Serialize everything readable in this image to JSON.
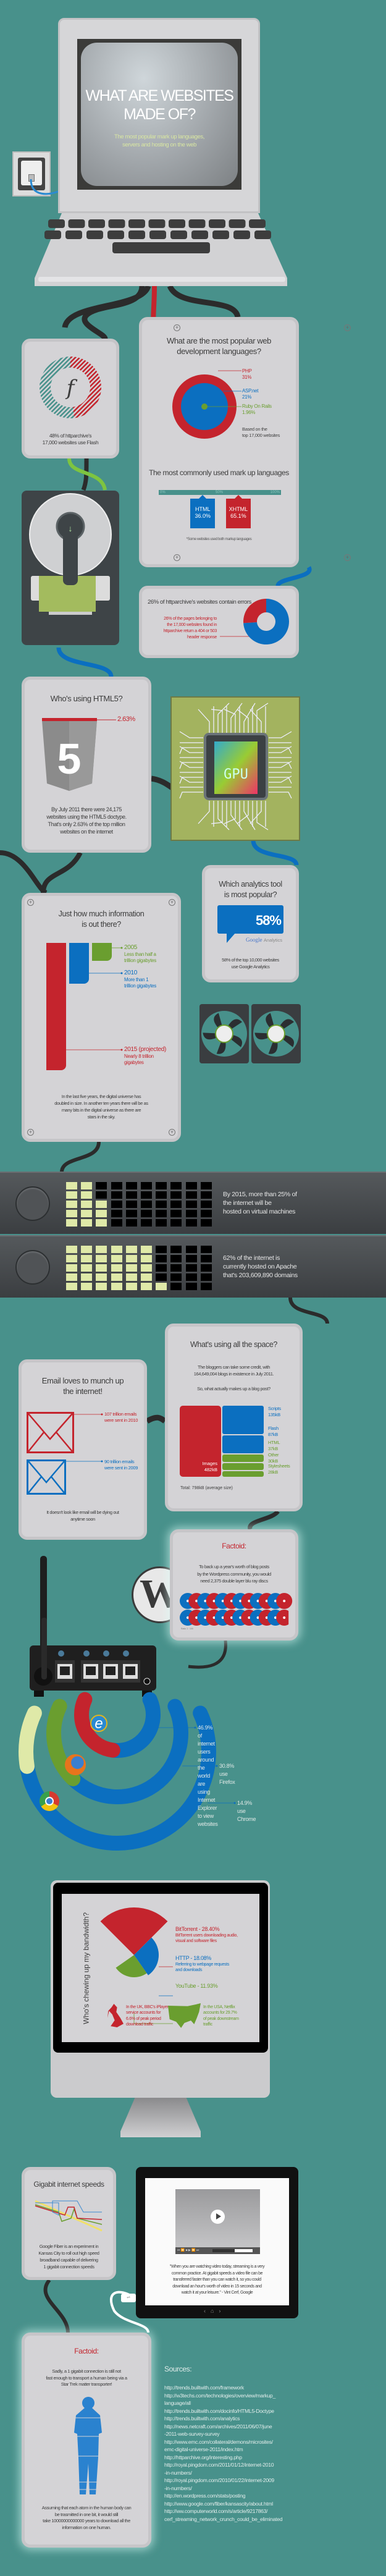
{
  "colors": {
    "background": "#48918b",
    "red": "#c4242d",
    "blue": "#0b6fc0",
    "green": "#6a9e2f",
    "yellow": "#dfe9a8",
    "card": "#d4d3d6"
  },
  "hero": {
    "title_line1": "WHAT ARE WEBSITES",
    "title_line2": "MADE OF?",
    "subtitle_line1": "The most popular mark up languages,",
    "subtitle_line2": "servers and hosting on the web"
  },
  "flash": {
    "percent": 48,
    "icon": "flash-logo-icon",
    "text_line1": "48% of httparchive's",
    "text_line2": "17,000 websites use Flash"
  },
  "languages": {
    "title_line1": "What are the most popular web",
    "title_line2": "development languages?",
    "items": [
      {
        "name": "PHP",
        "value": "31%"
      },
      {
        "name": "ASP.net",
        "value": "21%"
      },
      {
        "name": "Ruby On Rails",
        "value": "1.96%"
      }
    ],
    "note_line1": "Based on the",
    "note_line2": "top 17,000 websites",
    "markup_title": "The most commonly used mark up languages",
    "scale": [
      "0%",
      "50%",
      "100%"
    ],
    "markup": [
      {
        "name": "HTML",
        "value": "36.0%",
        "percent": 36.0
      },
      {
        "name": "XHTML",
        "value": "65.1%",
        "percent": 65.1
      }
    ],
    "footnote": "*Some websites used both markup languages"
  },
  "errors": {
    "title": "26% of httparchive's websites contain errors",
    "percent": 26,
    "detail_line1": "26% of the pages belonging to",
    "detail_line2": "the 17,000 websites found in",
    "detail_line3": "httparchive return a 404 or 503",
    "detail_line4": "header response"
  },
  "html5": {
    "title": "Who's using HTML5?",
    "value": "2.63%",
    "text_line1": "By July 2011 there were 24,175",
    "text_line2": "websites using the HTML5 doctype.",
    "text_line3": "That's only 2.63% of the top million",
    "text_line4": "websites on the internet"
  },
  "gpu": {
    "label": "GPU"
  },
  "analytics": {
    "title_line1": "Which analytics tool",
    "title_line2": "is most popular?",
    "value": "58%",
    "brand": "Google",
    "brand_suffix": "Analytics",
    "text_line1": "58% of the top 10,000 websites",
    "text_line2": "use Google Analytics"
  },
  "information": {
    "title_line1": "Just how much information",
    "title_line2": "is out there?",
    "items": [
      {
        "year": "2005",
        "desc_line1": "Less than half a",
        "desc_line2": "trillion gigabytes"
      },
      {
        "year": "2010",
        "desc_line1": "More than 1",
        "desc_line2": "trillion gigabytes"
      },
      {
        "year": "2015 (projected)",
        "desc_line1": "Nearly 8 trillion",
        "desc_line2": "gigabytes"
      }
    ],
    "text_line1": "In the last five years, the digital universe has",
    "text_line2": "doubled in size. In another ten years there will be as",
    "text_line3": "many bits in the digital universe as there are",
    "text_line4": "stars in the sky."
  },
  "servers": [
    {
      "percent": 25,
      "text_line1": "By 2015, more than 25% of",
      "text_line2": "the internet will be",
      "text_line3": "hosted on virtual machines"
    },
    {
      "percent": 62,
      "text_line1": "62% of the internet is",
      "text_line2": "currently hosted on Apache",
      "text_line3": "that's 203,609,890 domains"
    }
  ],
  "email": {
    "title_line1": "Email loves to munch up",
    "title_line2": "the internet!",
    "items": [
      {
        "line1": "107 trillion emails",
        "line2": "were sent in 2010"
      },
      {
        "line1": "90 trillion emails",
        "line2": "were sent in 2009"
      }
    ],
    "footer_line1": "It doesn't look like email will be dying out",
    "footer_line2": "anytime soon"
  },
  "space": {
    "title": "What's using all the space?",
    "text_line1": "The bloggers can take some credit, with",
    "text_line2": "164,649,004 blogs in existence in July 2011.",
    "question": "So, what actually makes up a blog post?",
    "images": {
      "name": "Images",
      "value": "482kB",
      "kb": 482
    },
    "parts": [
      {
        "name": "Scripts",
        "value": "135kB",
        "kb": 135,
        "color": "#0b6fc0"
      },
      {
        "name": "Flash",
        "value": "87kB",
        "kb": 87,
        "color": "#0b6fc0"
      },
      {
        "name": "HTML",
        "value": "37kB",
        "kb": 37,
        "color": "#6a9e2f"
      },
      {
        "name": "Other",
        "value": "30kB",
        "kb": 30,
        "color": "#6a9e2f"
      },
      {
        "name": "Stylesheets",
        "value": "28kB",
        "kb": 28,
        "color": "#6a9e2f"
      }
    ],
    "total": "Total: 798kB (average size)"
  },
  "factoid1": {
    "title": "Factoid:",
    "text_line1": "To back up a year's worth of blog posts",
    "text_line2": "by the Wordpress community, you would",
    "text_line3": "need 2,375 double layer blu ray discs",
    "ratio": "Ratio 1 : 100",
    "disc_count": 23.75
  },
  "browsers": [
    {
      "name": "Internet Explorer",
      "percent": 46.9,
      "color": "#c4242d",
      "icon": "internet-explorer-icon",
      "text_line1": "46.9% of internet users around the world are",
      "text_line2": "using Internet Explorer to view websites"
    },
    {
      "name": "Firefox",
      "percent": 30.8,
      "color": "#6a9e2f",
      "icon": "firefox-icon",
      "text_line1": "30.8% use Firefox",
      "text_line2": ""
    },
    {
      "name": "Chrome",
      "percent": 14.9,
      "color": "#dfe9a8",
      "icon": "chrome-icon",
      "text_line1": "14.9% use Chrome",
      "text_line2": ""
    }
  ],
  "bandwidth": {
    "title": "Who's chewing up my bandwidth?",
    "items": [
      {
        "name": "BitTorrent - 28.40%",
        "desc_line1": "BitTorrent users downloading audio,",
        "desc_line2": "visual and software files"
      },
      {
        "name": "HTTP - 18.08%",
        "desc_line1": "Referring to webpage requests",
        "desc_line2": "and downloads"
      },
      {
        "name": "YouTube - 11.93%",
        "desc_line1": "",
        "desc_line2": ""
      }
    ],
    "uk_line1": "In the UK, BBC's iPlayer",
    "uk_line2": "service accounts for",
    "uk_line3": "6.6% of peak period",
    "uk_line4": "download traffic",
    "usa_line1": "In the USA, Netflix",
    "usa_line2": "accounts for 29.7%",
    "usa_line3": "of peak downstream",
    "usa_line4": "traffic"
  },
  "gigabit": {
    "title": "Gigabit internet speeds",
    "text_line1": "Google Fiber is an experiment in",
    "text_line2": "Kansas City to roll out high speed",
    "text_line3": "broadband capable of delivering",
    "text_line4": "1 gigabit connection speeds"
  },
  "quote": {
    "progress": 0.55,
    "line1": "\"When you are watching video today, streaming is a very",
    "line2": "common practice. At gigabit speeds a video file can be",
    "line3": "transferred faster than you can watch it, so you could",
    "line4": "download an hour's worth of video in 15 seconds and",
    "line5": "watch it at your leisure.\" - Vint Cerf, Google"
  },
  "factoid2": {
    "title": "Factoid:",
    "text_line1": "Sadly, a 1 gigabit connection is still not",
    "text_line2": "fast enough to transport a human being via a",
    "text_line3": "Star Trek matter transporter!",
    "bottom_line1": "Assuming that each atom in the human body can",
    "bottom_line2": "be trasmitted in one bit, it would still",
    "bottom_line3": "take 10000000000000 years to download all the",
    "bottom_line4": "information on one human."
  },
  "sources": {
    "title": "Sources:",
    "lines": [
      "http://trends.builtwith.com/framework",
      "http://w3techs.com/technologies/overview/markup_",
      "language/all",
      "http://trends.builtwith.com/docinfo/HTML5-Doctype",
      "http://trends.builtwith.com/analytics",
      "http://news.netcraft.com/archives/2011/06/07/june",
      "-2011-web-survey-survey",
      "http://www.emc.com/collateral/demons/microsites/",
      "emc-digital-universe-2011/index.htm",
      "http://httparchive.org/interesting.php",
      "http://royal.pingdom.com/2011/01/12/internet-2010",
      "-in-numbers/",
      "http://royal.pingdom.com/2010/01/22/internet-2009",
      "-in-numbers/",
      "http://en.wordpress.com/stats/posting",
      "http://www.google.com/fiber/kansascity/about.html",
      "http://ww.computerworld.com/s/article/9217863/",
      "cerf_streaming_network_crunch_could_be_eliminated"
    ]
  }
}
